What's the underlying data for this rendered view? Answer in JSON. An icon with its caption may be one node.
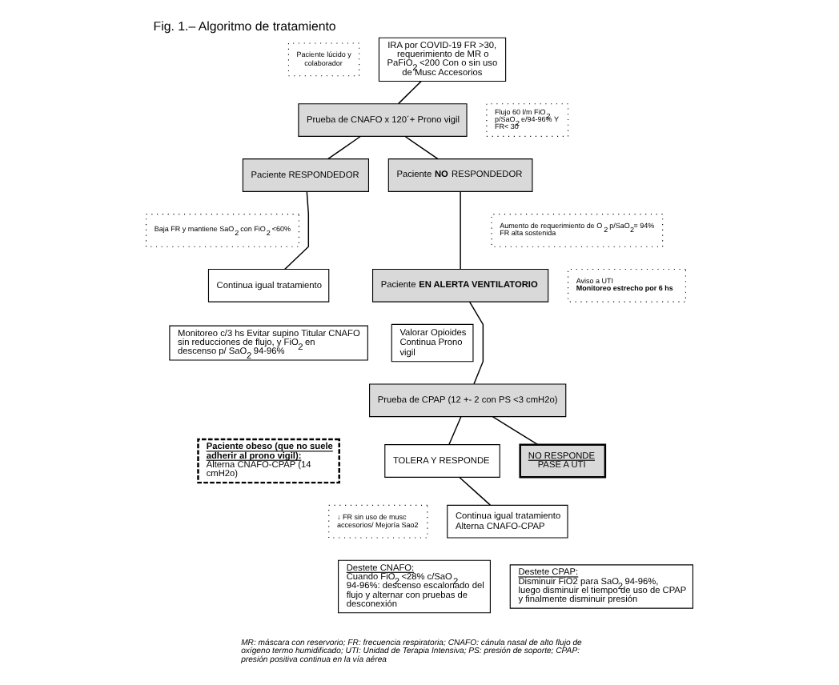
{
  "diagram": {
    "title": "Fig. 1.– Algoritmo de tratamiento",
    "caption": "MR: máscara con reservorio; FR: frecuencia respiratoria; CNAFO: cánula nasal de alto flujo de oxígeno termo humidificado; UTI: Unidad de Terapia Intensiva; PS: presión de soporte; CPAP: presión positiva continua en la vía aérea",
    "nodes": [
      {
        "text": [
          "Paciente lúcido y colaborador"
        ]
      },
      {
        "text": [
          "IRA por COVID-19 FR >30, requerimiento de MR o PaFiO$_{2}$ <200 Con o sin uso de Musc Accesorios"
        ]
      },
      {
        "text": [
          "Prueba de CNAFO x 120´+ Prono vigil"
        ]
      },
      {
        "text": [
          "Flujo 60 l/m FiO$_{2}$ p/SaO$_{2}$ e/94-96% Y FR< 30"
        ]
      },
      {
        "text": [
          "Paciente RESPONDEDOR"
        ]
      },
      {
        "text": [
          "Paciente **NO** RESPONDEDOR"
        ]
      },
      {
        "text": [
          "Baja FR y mantiene SaO$_{2}$ con FiO$_{2}$ <60%"
        ]
      },
      {
        "text": [
          "Aumento de requerimiento de O$_{2}$ p/SaO$_{2}$= 94% FR alta sostenida"
        ]
      },
      {
        "text": [
          "Continua igual tratamiento"
        ]
      },
      {
        "text": [
          "Monitoreo c/3 hs Evitar supino Titular CNAFO sin reducciones de flujo, y FiO$_{2}$ en descenso p/ SaO$_{2}$ 94-96%"
        ]
      },
      {
        "text": [
          "Paciente **EN ALERTA VENTILATORIO**"
        ]
      },
      {
        "text": [
          "Aviso a UTI",
          "Monitoreo estrecho por 6 hs"
        ]
      },
      {
        "text": [
          "Valorar Opioides Continua Prono vigil"
        ]
      },
      {
        "text": [
          "Prueba de CPAP (12 +- 2 con PS <3 cmH2o)"
        ]
      },
      {
        "text": [
          "Paciente obeso (que no suele adherir al prono vigil):",
          "Alterna CNAFO-CPAP (14 cmH2o)"
        ]
      },
      {
        "text": [
          "TOLERA Y RESPONDE"
        ]
      },
      {
        "text": [
          "NO RESPONDE",
          "PASE A UTI"
        ]
      },
      {
        "text": [
          "↓ FR sin uso de musc accesorios/ Mejoría Sao2"
        ]
      },
      {
        "text": [
          "Continua igual tratamiento Alterna CNAFO-CPAP"
        ]
      },
      {
        "text": [
          "Destete CNAFO:",
          "Cuando FiO$_{2}$ <28% c/SaO$_{2}$ 94-96%: descenso escalonado del flujo y alternar con pruebas de desconexión"
        ]
      },
      {
        "text": [
          "Destete CPAP:",
          "Disminuir FiO2 para SaO$_{2}$ 94-96%, luego disminuir el tiempo de uso de CPAP y finalmente disminuir presión"
        ]
      }
    ],
    "edges": [
      {
        "from": 1,
        "to": 2,
        "arrow": "none"
      },
      {
        "from": 2,
        "to": 4,
        "arrow": "none"
      },
      {
        "from": 2,
        "to": 5,
        "arrow": "none"
      },
      {
        "from": 4,
        "to": 8,
        "arrow": "none"
      },
      {
        "from": 5,
        "to": 10,
        "arrow": "none"
      },
      {
        "from": 10,
        "to": 13,
        "arrow": "none"
      },
      {
        "from": 13,
        "to": 15,
        "arrow": "none"
      },
      {
        "from": 13,
        "to": 16,
        "arrow": "none"
      },
      {
        "from": 15,
        "to": 18,
        "arrow": "none"
      }
    ]
  }
}
